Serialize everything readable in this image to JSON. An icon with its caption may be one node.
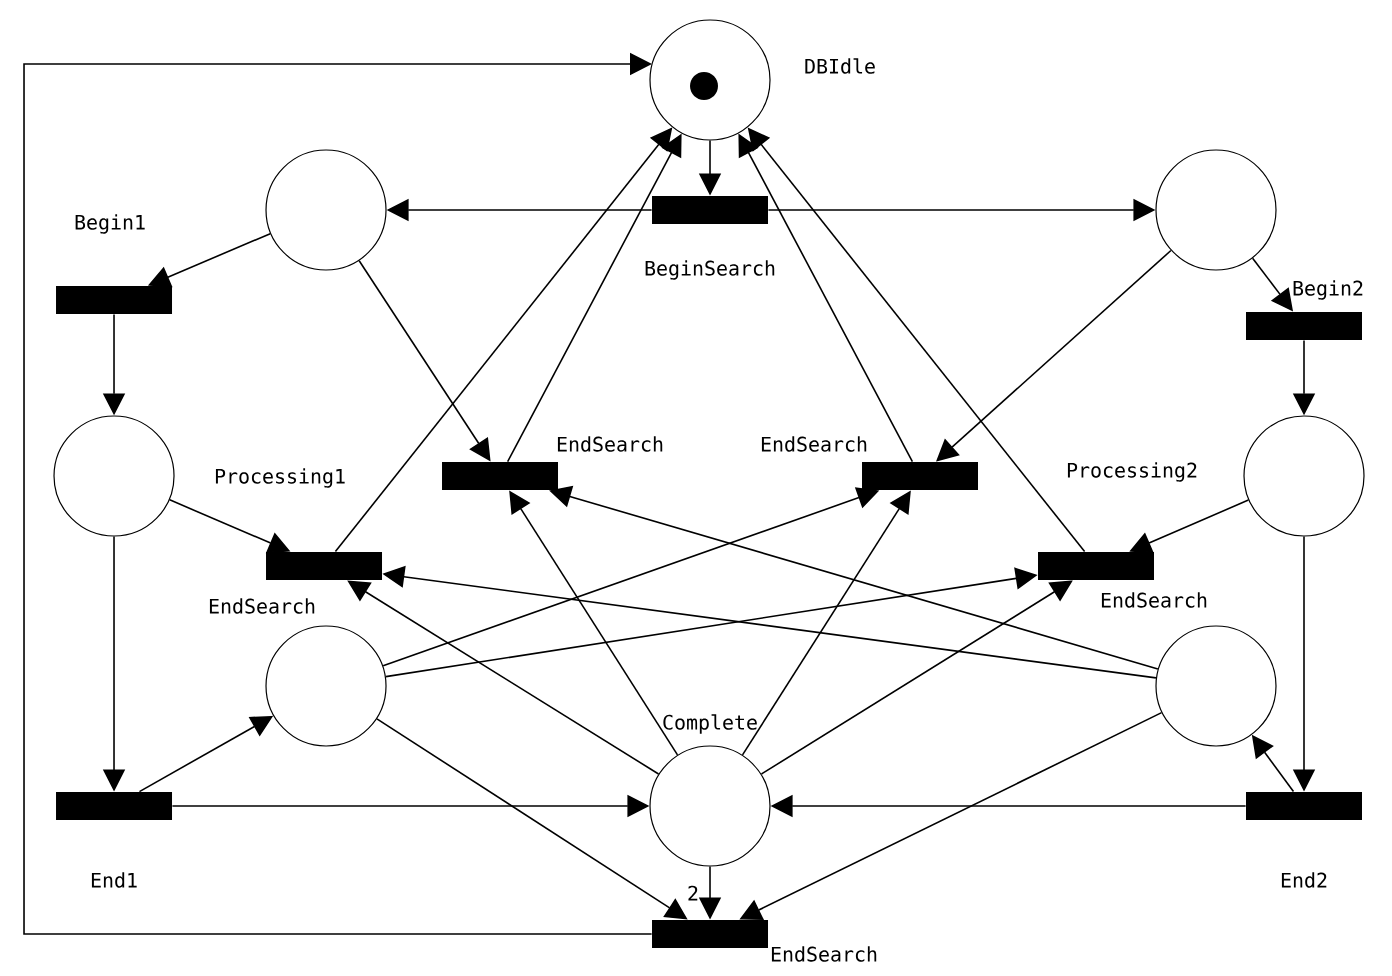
{
  "diagram": {
    "nodes": [
      {
        "text": [],
        "shape": "circle",
        "beside": [
          "DBIdle"
        ]
      },
      {
        "text": [],
        "shape": "circle"
      },
      {
        "text": [],
        "shape": "circle"
      },
      {
        "text": [],
        "shape": "circle",
        "beside": [
          "Processing1"
        ]
      },
      {
        "text": [],
        "shape": "circle",
        "beside": [
          "Processing2"
        ]
      },
      {
        "text": [],
        "shape": "circle"
      },
      {
        "text": [],
        "shape": "circle"
      },
      {
        "text": [],
        "shape": "circle",
        "beside": [
          "Complete"
        ]
      },
      {
        "text": [],
        "shape": "bar",
        "beside": [
          "BeginSearch"
        ]
      },
      {
        "text": [],
        "shape": "bar",
        "beside": [
          "Begin1"
        ]
      },
      {
        "text": [],
        "shape": "bar",
        "beside": [
          "Begin2"
        ]
      },
      {
        "text": [],
        "shape": "bar",
        "beside": [
          "EndSearch"
        ]
      },
      {
        "text": [],
        "shape": "bar",
        "beside": [
          "EndSearch"
        ]
      },
      {
        "text": [],
        "shape": "bar",
        "beside": [
          "EndSearch"
        ]
      },
      {
        "text": [],
        "shape": "bar",
        "beside": [
          "EndSearch"
        ]
      },
      {
        "text": [],
        "shape": "bar",
        "beside": [
          "End1"
        ]
      },
      {
        "text": [],
        "shape": "bar",
        "beside": [
          "End2"
        ]
      },
      {
        "text": [],
        "shape": "bar",
        "beside": [
          "EndSearch"
        ]
      }
    ],
    "edges": [
      {
        "from": 0,
        "to": 8,
        "arrow": "to"
      },
      {
        "from": 8,
        "to": 1,
        "arrow": "to"
      },
      {
        "from": 8,
        "to": 2,
        "arrow": "to"
      },
      {
        "from": 1,
        "to": 9,
        "arrow": "to"
      },
      {
        "from": 9,
        "to": 3,
        "arrow": "to"
      },
      {
        "from": 2,
        "to": 10,
        "arrow": "to"
      },
      {
        "from": 10,
        "to": 4,
        "arrow": "to"
      },
      {
        "from": 1,
        "to": 11,
        "arrow": "to"
      },
      {
        "from": 2,
        "to": 12,
        "arrow": "to"
      },
      {
        "from": 11,
        "to": 0,
        "arrow": "to"
      },
      {
        "from": 12,
        "to": 0,
        "arrow": "to"
      },
      {
        "from": 13,
        "to": 0,
        "arrow": "to"
      },
      {
        "from": 14,
        "to": 0,
        "arrow": "to"
      },
      {
        "from": 3,
        "to": 13,
        "arrow": "to"
      },
      {
        "from": 4,
        "to": 14,
        "arrow": "to"
      },
      {
        "from": 3,
        "to": 15,
        "arrow": "to"
      },
      {
        "from": 4,
        "to": 16,
        "arrow": "to"
      },
      {
        "from": 15,
        "to": 5,
        "arrow": "to"
      },
      {
        "from": 16,
        "to": 6,
        "arrow": "to"
      },
      {
        "from": 15,
        "to": 7,
        "arrow": "to"
      },
      {
        "from": 16,
        "to": 7,
        "arrow": "to"
      },
      {
        "from": 5,
        "to": 12,
        "arrow": "to"
      },
      {
        "from": 5,
        "to": 14,
        "arrow": "to"
      },
      {
        "from": 6,
        "to": 11,
        "arrow": "to"
      },
      {
        "from": 6,
        "to": 13,
        "arrow": "to"
      },
      {
        "from": 7,
        "to": 11,
        "arrow": "to"
      },
      {
        "from": 7,
        "to": 12,
        "arrow": "to"
      },
      {
        "from": 7,
        "to": 13,
        "arrow": "to"
      },
      {
        "from": 7,
        "to": 14,
        "arrow": "to"
      },
      {
        "from": 7,
        "to": 17,
        "arrow": "to",
        "label": "2"
      },
      {
        "from": 5,
        "to": 17,
        "arrow": "to"
      },
      {
        "from": 6,
        "to": 17,
        "arrow": "to"
      },
      {
        "from": 17,
        "to": 0,
        "arrow": "to"
      }
    ]
  }
}
